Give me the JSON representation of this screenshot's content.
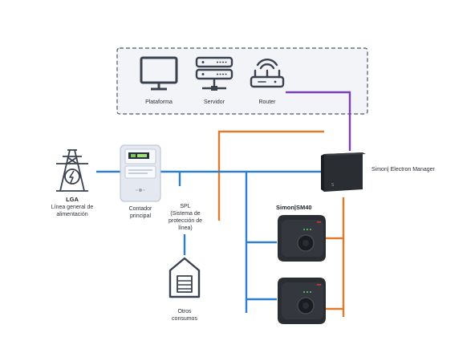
{
  "network_box": {
    "items": [
      {
        "icon": "monitor-icon",
        "label": "Plataforma"
      },
      {
        "icon": "server-icon",
        "label": "Servidor"
      },
      {
        "icon": "router-icon",
        "label": "Router"
      }
    ]
  },
  "nodes": {
    "lga": {
      "icon": "power-tower-icon",
      "title": "LGA",
      "lines": [
        "Línea general de",
        "alimentación"
      ]
    },
    "meter": {
      "icon": "electricity-meter-icon",
      "lines": [
        "Contador",
        "principal"
      ]
    },
    "spl": {
      "lines": [
        "SPL",
        "(Sistema de",
        "protección de",
        "línea)"
      ]
    },
    "other": {
      "icon": "house-icon",
      "lines": [
        "Otros",
        "consumos"
      ]
    },
    "manager": {
      "icon": "energy-manager-device-icon",
      "label": "Simon| Electron Manager"
    },
    "sm40": {
      "label": "Simon|SM40",
      "chargers": [
        "ev-charger-icon",
        "ev-charger-icon"
      ]
    }
  },
  "colors": {
    "power_line": "#2f7fd0",
    "data_line": "#e07b2e",
    "network_line": "#7d3fb5",
    "icon_stroke": "#3a4250",
    "dashed_border": "#4a5668",
    "dashed_fill": "#f2f4f7"
  }
}
